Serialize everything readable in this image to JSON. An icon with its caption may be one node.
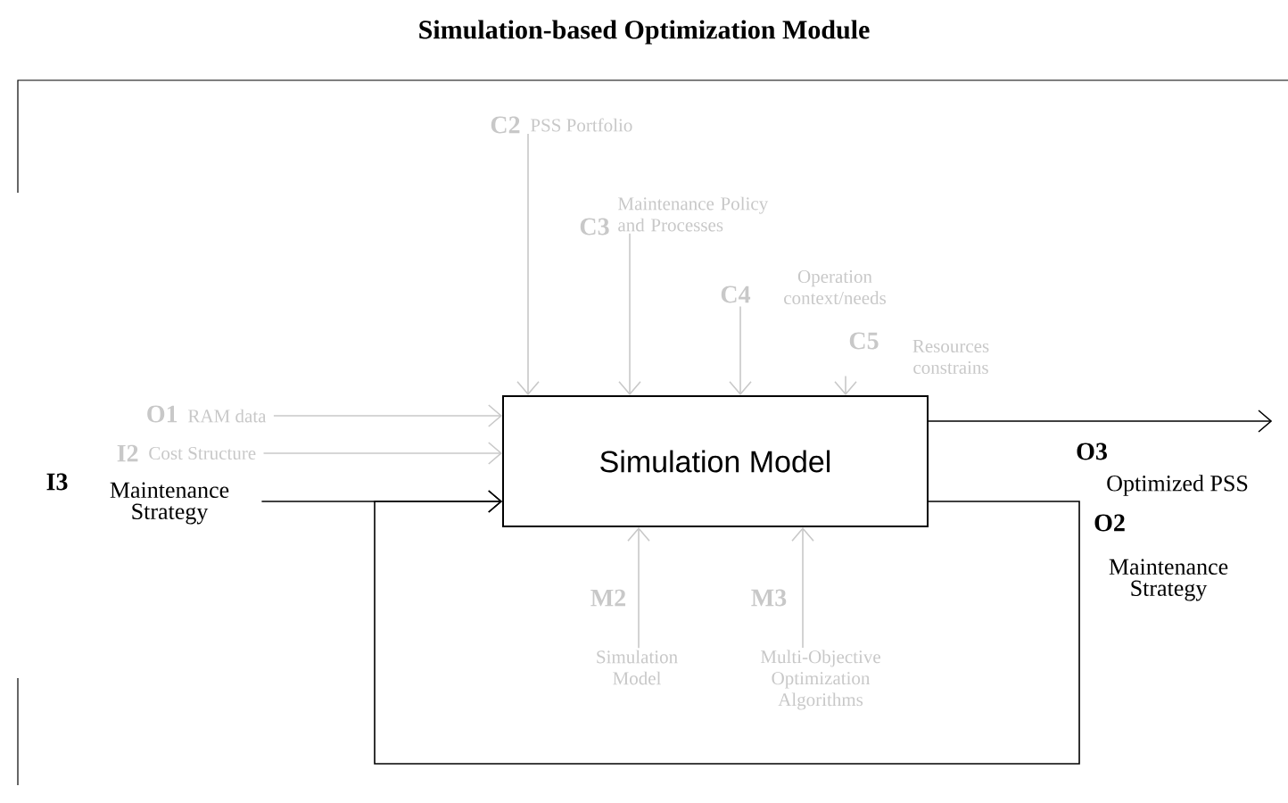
{
  "diagram": {
    "title": "Simulation-based Optimization Module",
    "nodes": [
      {
        "text": [
          "Simulation  Model"
        ]
      },
      {
        "text": [
          "C2",
          "PSS Portfolio"
        ]
      },
      {
        "text": [
          "C3",
          "Maintenance Policy and Processes"
        ]
      },
      {
        "text": [
          "C4",
          "Operation context/needs"
        ]
      },
      {
        "text": [
          "C5",
          "Resources constrains"
        ]
      },
      {
        "text": [
          "O1",
          "RAM data"
        ]
      },
      {
        "text": [
          "I2",
          "Cost Structure"
        ]
      },
      {
        "text": [
          "I3",
          "Maintenance Strategy"
        ]
      },
      {
        "text": [
          "O3",
          "Optimized  PSS"
        ]
      },
      {
        "text": [
          "M2",
          "Simulation Model"
        ]
      },
      {
        "text": [
          "M3",
          "Multi-Objective Optimization Algorithms"
        ]
      }
    ],
    "edges": [
      {
        "from": 1,
        "to": 0,
        "arrow": "to"
      },
      {
        "from": 2,
        "to": 0,
        "arrow": "to"
      },
      {
        "from": 3,
        "to": 0,
        "arrow": "to"
      },
      {
        "from": 4,
        "to": 0,
        "arrow": "to"
      },
      {
        "from": 5,
        "to": 0,
        "arrow": "to"
      },
      {
        "from": 6,
        "to": 0,
        "arrow": "to"
      },
      {
        "from": 7,
        "to": 0,
        "arrow": "to",
        "color": "#000000"
      },
      {
        "from": 0,
        "to": 8,
        "arrow": "to",
        "color": "#000000"
      },
      {
        "from": 0,
        "to": 0,
        "arrow": "to",
        "color": "#000000"
      },
      {
        "from": 9,
        "to": 0,
        "arrow": "to"
      },
      {
        "from": 10,
        "to": 0,
        "arrow": "to"
      }
    ],
    "labels": [
      "O2",
      "Maintenance Strategy"
    ]
  }
}
